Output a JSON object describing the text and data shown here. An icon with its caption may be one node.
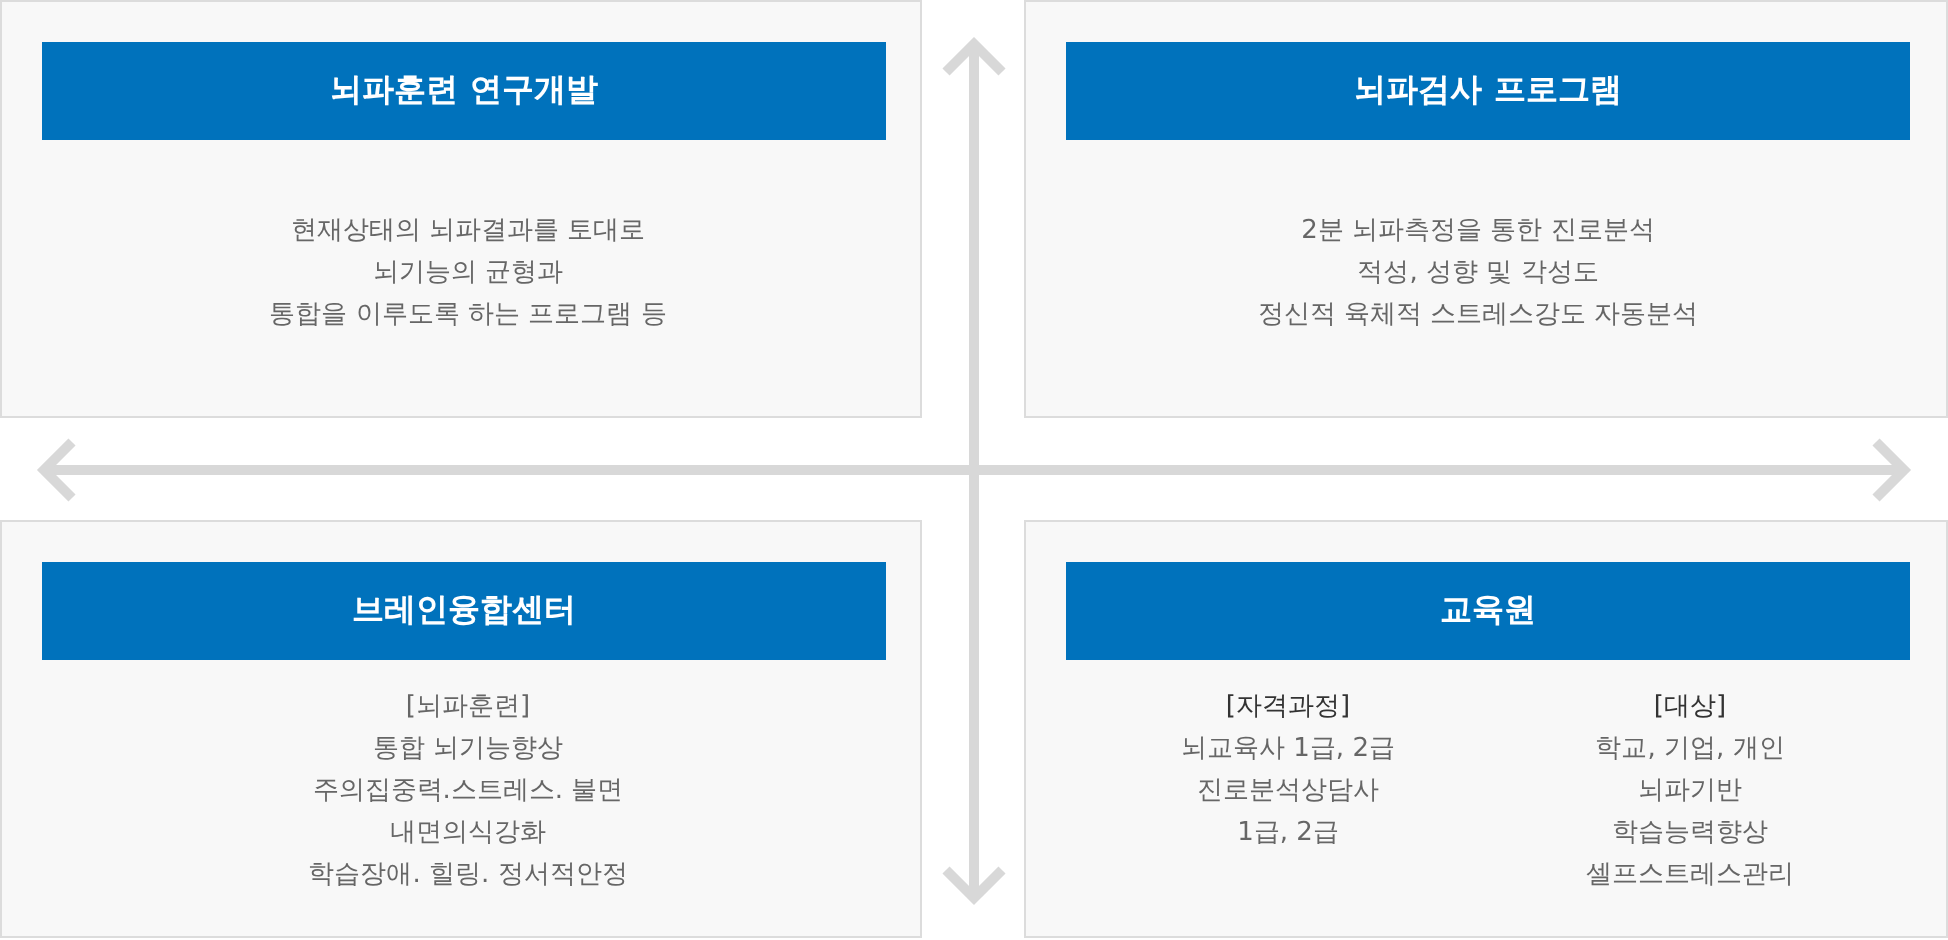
{
  "diagram": {
    "nodes": [
      {
        "text": [
          "현재상태의 뇌파결과를 토대로 뇌기능의 균형과 통합을 이루도록 하는 프로그램 등"
        ]
      },
      {
        "text": [
          "뇌파훈련 연구개발"
        ],
        "in": 0
      },
      {
        "text": [
          "2분 뇌파측정을 통한 진로분석 적성, 성향 및 각성도 정신적 육체적 스트레스강도 자동분석"
        ]
      },
      {
        "text": [
          "뇌파검사 프로그램"
        ],
        "in": 2
      },
      {
        "text": [
          "[뇌파훈련]",
          "통합 뇌기능향상 주의집중력.스트레스. 불면 내면의식강화 학습장애. 힐링. 정서적안정"
        ]
      },
      {
        "text": [
          "브레인융합센터"
        ],
        "in": 4
      },
      {
        "text": [
          "[자격과정]",
          "뇌교육사 1급, 2급 진로분석상담사 1급, 2급",
          "[대상]",
          "학교, 기업, 개인 뇌파기반 학습능력향상 셀프스트레스관리"
        ]
      },
      {
        "text": [
          "교육원"
        ],
        "in": 6
      }
    ]
  }
}
